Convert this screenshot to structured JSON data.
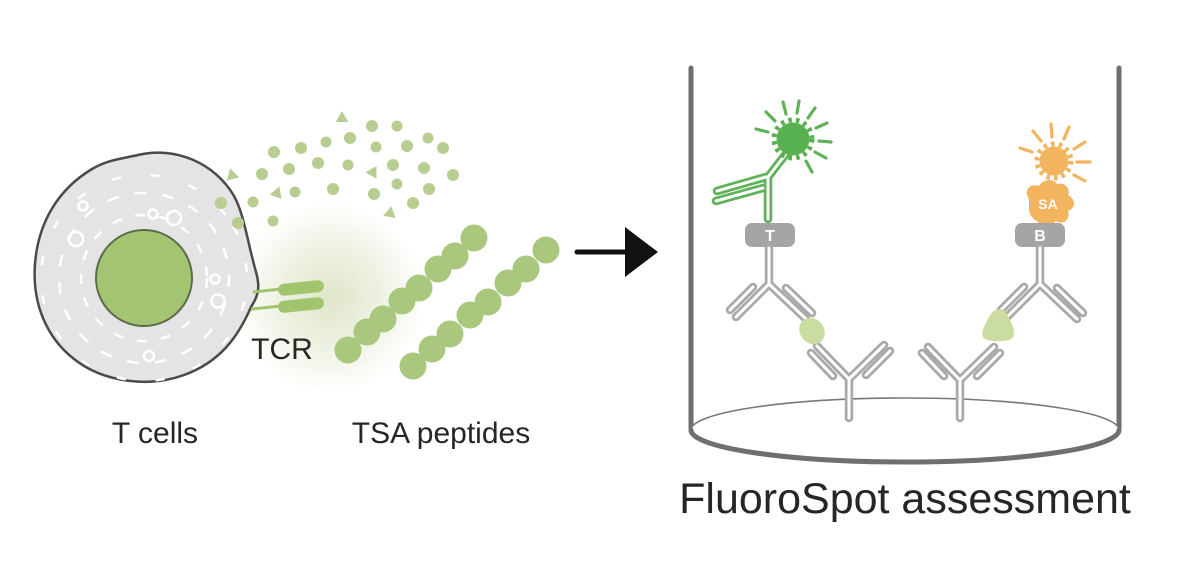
{
  "diagram": {
    "left": {
      "cell_label": "T cells",
      "receptor_label": "TCR",
      "peptides_label": "TSA peptides"
    },
    "well": {
      "capture_tag_t": "T",
      "capture_tag_b": "B",
      "streptavidin_label": "SA",
      "caption": "FluoroSpot assessment"
    },
    "colors": {
      "cell_fill": "#e4e4e4",
      "cell_outline": "#4a4a4a",
      "nucleus": "#a3c470",
      "nucleus_outline": "#5c6b4a",
      "peptide_bead": "#a9c87d",
      "peptide_dot": "#b8cd92",
      "tcr_green": "#a3c46e",
      "detection_green": "#5fb258",
      "fluorophore_green": "#57b14f",
      "fluorophore_orange": "#f2b45f",
      "cytokine": "#cadc9f",
      "antibody_gray": "#a9a9a9",
      "tag_gray": "#a5a5a5",
      "well_gray": "#6f6f6f",
      "text": "#262626",
      "arrow": "#111111"
    }
  }
}
